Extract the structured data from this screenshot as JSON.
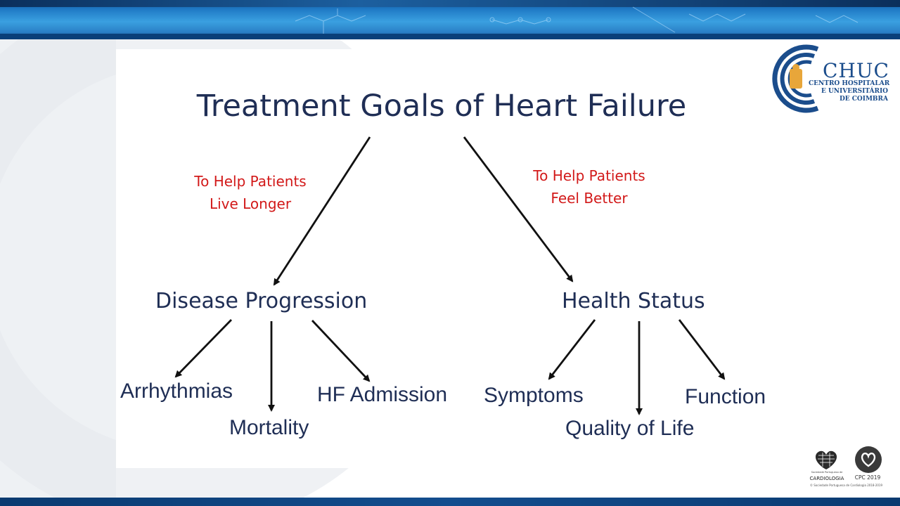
{
  "slide": {
    "title": "Treatment Goals of Heart Failure",
    "goals": {
      "left": [
        "To Help Patients",
        "Live Longer"
      ],
      "right": [
        "To Help Patients",
        "Feel Better"
      ]
    },
    "branches": {
      "left": {
        "label": "Disease Progression",
        "children": [
          "Arrhythmias",
          "Mortality",
          "HF Admission"
        ]
      },
      "right": {
        "label": "Health Status",
        "children": [
          "Symptoms",
          "Quality of Life",
          "Function"
        ]
      }
    }
  },
  "logos": {
    "chuc": {
      "name": "CHUC",
      "subtitle": [
        "CENTRO HOSPITALAR",
        "E UNIVERSITÁRIO",
        "DE COIMBRA"
      ]
    },
    "spc": {
      "small_text": "Sociedade Portuguesa de",
      "name": "CARDIOLOGIA"
    },
    "cpc": {
      "name": "CPC 2019"
    },
    "copyright": "© Sociedade Portuguesa de Cardiologia 2018-2019"
  },
  "colors": {
    "title": "#1f2e55",
    "goal_text": "#d21919",
    "banner": "#2a86cf",
    "logo_blue": "#1b4d8c"
  },
  "icons": [
    "chuc-logo-icon",
    "spc-heart-icon",
    "cpc-heart-icon",
    "molecule-decoration-icon"
  ]
}
